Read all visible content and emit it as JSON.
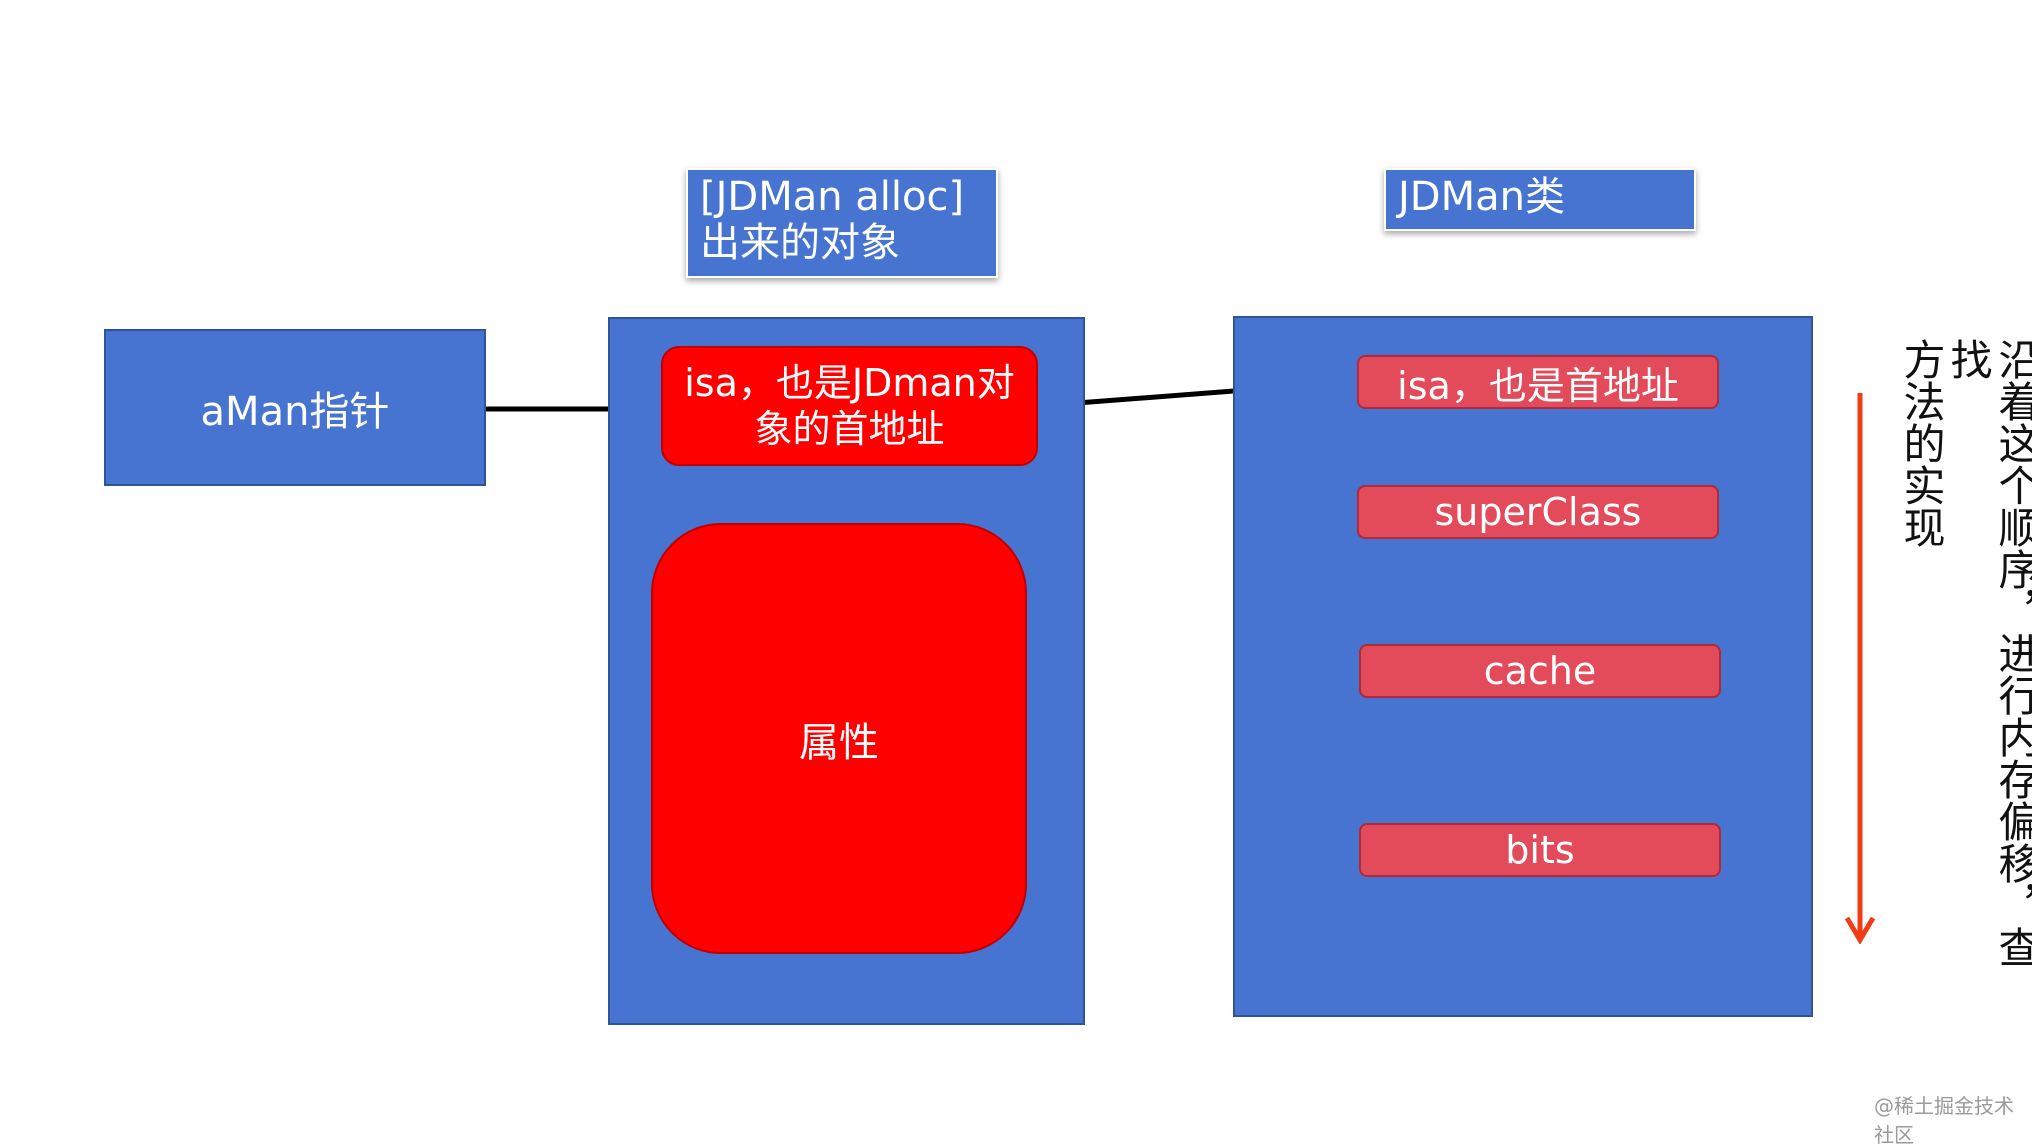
{
  "pointer_box": {
    "label": "aMan指针"
  },
  "object_title": {
    "line1": "[JDMan alloc]",
    "line2": "出来的对象"
  },
  "object_isa": {
    "line1": "isa，也是JDman对",
    "line2": "象的首地址"
  },
  "object_props": {
    "label": "属性"
  },
  "class_title": {
    "label": "JDMan类"
  },
  "class_fields": [
    {
      "label": "isa，也是首地址"
    },
    {
      "label": "superClass"
    },
    {
      "label": "cache"
    },
    {
      "label": "bits"
    }
  ],
  "side_note": {
    "col1": "沿着这个顺序，进行内存偏移，查找",
    "col2": "方法的实现"
  },
  "watermark": "@稀土掘金技术社区",
  "colors": {
    "box_blue": "#4674d0",
    "red": "#ff0000",
    "pink": "#e34a5a",
    "arrow_orange": "#f03c14"
  }
}
